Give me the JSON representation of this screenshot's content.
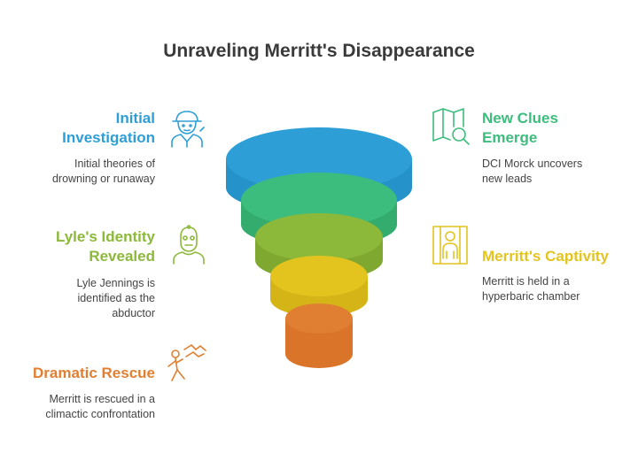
{
  "title": "Unraveling Merritt's Disappearance",
  "steps": [
    {
      "heading_line1": "Initial",
      "heading_line2": "Investigation",
      "desc_line1": "Initial theories of",
      "desc_line2": "drowning or runaway",
      "desc_line3": "",
      "color": "#2e9fd6",
      "icon": "detective-icon"
    },
    {
      "heading_line1": "New Clues",
      "heading_line2": "Emerge",
      "desc_line1": "DCI Morck uncovers",
      "desc_line2": "new leads",
      "desc_line3": "",
      "color": "#3dbd7d",
      "icon": "map-search-icon"
    },
    {
      "heading_line1": "Lyle's Identity",
      "heading_line2": "Revealed",
      "desc_line1": "Lyle Jennings is",
      "desc_line2": "identified as the",
      "desc_line3": "abductor",
      "color": "#8cb93a",
      "icon": "masked-person-icon"
    },
    {
      "heading_line1": "Merritt's Captivity",
      "heading_line2": "",
      "desc_line1": "Merritt is held in a",
      "desc_line2": "hyperbaric chamber",
      "desc_line3": "",
      "color": "#e3c41f",
      "icon": "prisoner-icon"
    },
    {
      "heading_line1": "Dramatic Rescue",
      "heading_line2": "",
      "desc_line1": "Merritt is rescued in a",
      "desc_line2": "climactic confrontation",
      "desc_line3": "",
      "color": "#e07f32",
      "icon": "rescue-icon"
    }
  ]
}
